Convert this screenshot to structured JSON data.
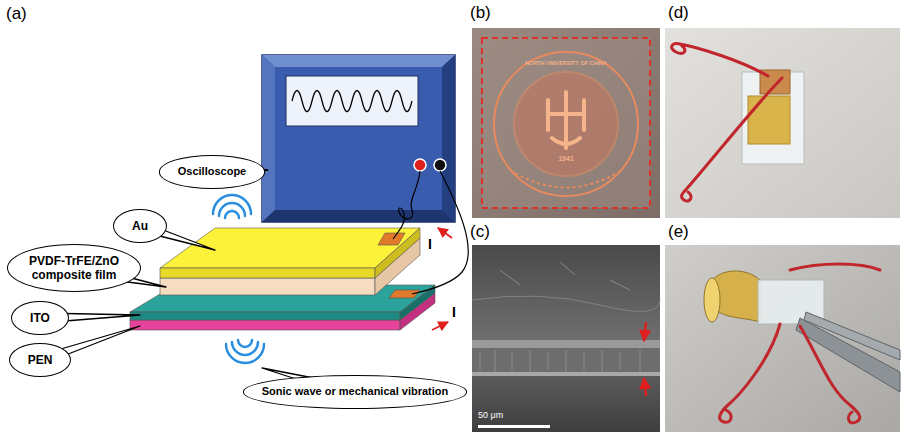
{
  "diagram": {
    "nodes": [
      {
        "text": [
          "Oscilloscope"
        ]
      },
      {
        "text": [
          "Au"
        ]
      },
      {
        "text": [
          "PVDF-TrFE/ZnO composite film"
        ]
      },
      {
        "text": [
          "ITO"
        ]
      },
      {
        "text": [
          "PEN"
        ]
      },
      {
        "text": [
          "Sonic wave or mechanical vibration"
        ]
      }
    ],
    "labels": [
      "(a)",
      "(b)",
      "(c)",
      "(d)",
      "(e)",
      "I",
      "I",
      "NORTH UNIVERSITY OF CHINA",
      "1941",
      "50 μm"
    ]
  }
}
